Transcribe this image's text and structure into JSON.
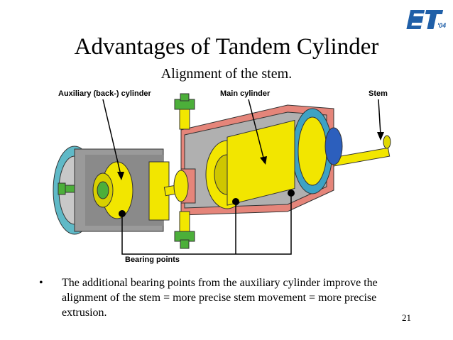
{
  "logo": {
    "text": "ET",
    "year": "'04"
  },
  "slide": {
    "title": "Advantages of Tandem Cylinder",
    "subtitle": "Alignment of the stem."
  },
  "figure": {
    "labels": {
      "auxiliary": "Auxiliary (back-) cylinder",
      "main": "Main cylinder",
      "stem": "Stem",
      "bearing": "Bearing points"
    }
  },
  "bullets": [
    {
      "symbol": "•",
      "text": "The additional bearing points from the auxiliary cylinder improve the alignment of the stem = more precise stem movement = more precise extrusion."
    }
  ],
  "page_number": "21"
}
